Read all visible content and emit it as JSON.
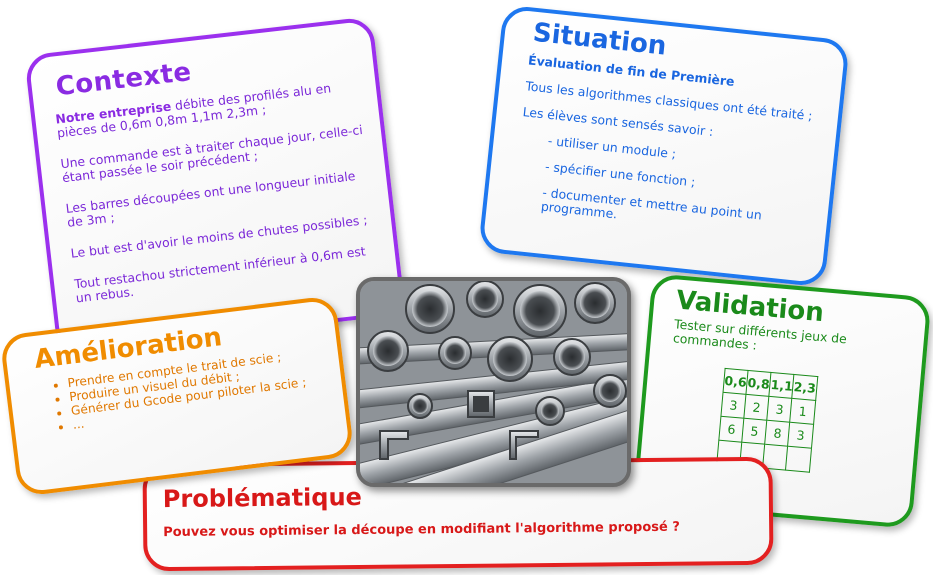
{
  "contexte": {
    "title": "Contexte",
    "p1_bold": "Notre entreprise",
    "p1_rest": " débite des profilés alu en pièces de 0,6m 0,8m 1,1m 2,3m ;",
    "p2": "Une commande est à traiter chaque jour, celle-ci étant passée le soir précédent ;",
    "p3": "Les barres découpées ont une longueur initiale de 3m ;",
    "p4": "Le but est d'avoir le moins de chutes possibles ;",
    "p5": "Tout restachou strictement inférieur à 0,6m est un rebus."
  },
  "situation": {
    "title": "Situation",
    "subtitle": "Évaluation de fin de Première",
    "p1": "Tous les algorithmes classiques ont été traité ;",
    "p2": "Les élèves sont sensés savoir :",
    "items": [
      "- utiliser un module ;",
      "- spécifier une fonction ;",
      "- documenter et mettre au point un programme."
    ]
  },
  "validation": {
    "title": "Validation",
    "text": "Tester sur différents jeux de commandes :",
    "table": {
      "headers": [
        "0,6",
        "0,8",
        "1,1",
        "2,3"
      ],
      "rows": [
        [
          "3",
          "2",
          "3",
          "1"
        ],
        [
          "6",
          "5",
          "8",
          "3"
        ],
        [
          "",
          "",
          "",
          ""
        ]
      ]
    }
  },
  "amelioration": {
    "title": "Amélioration",
    "items": [
      "Prendre en compte le trait de scie ;",
      "Produire un visuel du débit ;",
      "Générer du Gcode pour piloter la scie ;",
      "..."
    ]
  },
  "problematique": {
    "title": "Problématique",
    "question": "Pouvez vous optimiser la découpe en modifiant l'algorithme proposé ?"
  },
  "photo": {
    "subject": "aluminium-profiles-image"
  },
  "colors": {
    "contexte": "#9b30ee",
    "situation": "#1e78f0",
    "validation": "#1e9a1e",
    "amelioration": "#f08c00",
    "problematique": "#e32020"
  }
}
